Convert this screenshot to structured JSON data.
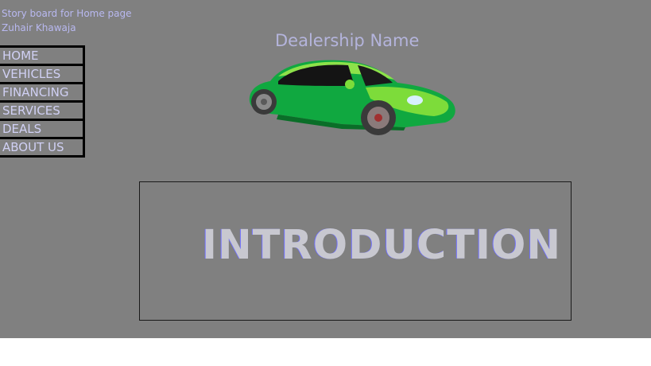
{
  "storyboard": {
    "title": "Story board for Home page",
    "author": "Zuhair Khawaja"
  },
  "header": {
    "site_title": "Dealership Name"
  },
  "nav": {
    "items": [
      {
        "label": "HOME"
      },
      {
        "label": "VEHICLES"
      },
      {
        "label": "FINANCING"
      },
      {
        "label": "SERVICES"
      },
      {
        "label": "DEALS"
      },
      {
        "label": "ABOUT US"
      }
    ]
  },
  "hero": {
    "image": "green-beetle-car-icon"
  },
  "main": {
    "intro_heading": "INTRODUCTION"
  },
  "colors": {
    "canvas": "#808080",
    "nav_text": "#d0d0f4",
    "car_green": "#10a840",
    "car_light_green": "#7ddc3a"
  }
}
